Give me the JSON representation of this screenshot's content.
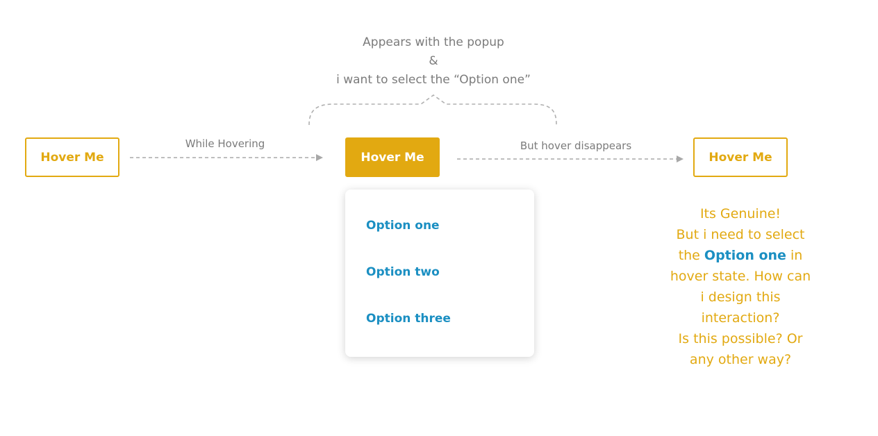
{
  "colors": {
    "accent": "#e2a911",
    "link": "#1b8fc2",
    "muted": "#7b7b7b",
    "connector": "#a8a8a8"
  },
  "top_note": {
    "line1": "Appears with the popup",
    "line2": "&",
    "line3": "i want to select the “Option one”"
  },
  "buttons": {
    "initial": "Hover Me",
    "hovered": "Hover Me",
    "after": "Hover Me"
  },
  "arrows": {
    "hovering_label": "While Hovering",
    "disappears_label": "But hover disappears"
  },
  "popup": {
    "options": [
      "Option one",
      "Option two",
      "Option three"
    ]
  },
  "right_note": {
    "line1": "Its Genuine!",
    "line2": "But i need to select",
    "line3_before": "the ",
    "line3_highlight": "Option one",
    "line3_after": " in",
    "line4": "hover state. How can",
    "line5": "i design this",
    "line6": "interaction?",
    "line7": "Is this possible? Or",
    "line8": "any other way?"
  }
}
